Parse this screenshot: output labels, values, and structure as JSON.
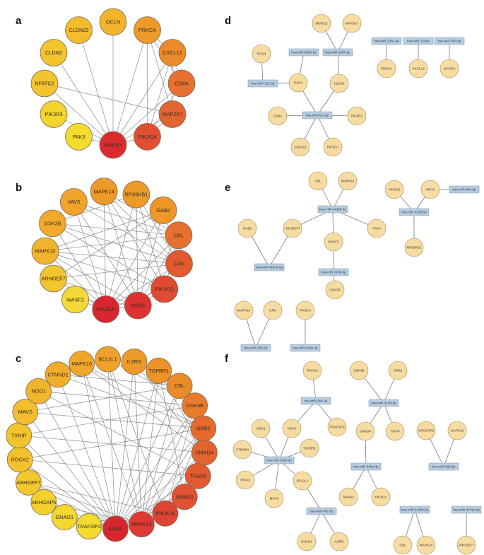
{
  "panels": [
    {
      "id": "a",
      "label": "a"
    },
    {
      "id": "b",
      "label": "b"
    },
    {
      "id": "c",
      "label": "c"
    },
    {
      "id": "d",
      "label": "d"
    },
    {
      "id": "e",
      "label": "e"
    },
    {
      "id": "f",
      "label": "f"
    }
  ],
  "ppi_networks": [
    {
      "panel": "a",
      "nodes": [
        {
          "label": "OCLN",
          "color": "#f2b42d"
        },
        {
          "label": "PRKCA",
          "color": "#ee9a28"
        },
        {
          "label": "CXCL12",
          "color": "#ea8a28"
        },
        {
          "label": "CD8A",
          "color": "#e57030"
        },
        {
          "label": "MAP2K7",
          "color": "#e26430"
        },
        {
          "label": "PIK3CA",
          "color": "#e04f32"
        },
        {
          "label": "MAPK3",
          "color": "#dc2b2f"
        },
        {
          "label": "PAK3",
          "color": "#f3dc2e"
        },
        {
          "label": "PIK3R3",
          "color": "#f3d42e"
        },
        {
          "label": "NFATC2",
          "color": "#f2c42e"
        },
        {
          "label": "CLDN2",
          "color": "#f2c42e"
        },
        {
          "label": "CLDN22",
          "color": "#f2bc2e"
        }
      ]
    },
    {
      "panel": "b",
      "nodes": [
        {
          "label": "RPS6KB1",
          "color": "#ee9a28"
        },
        {
          "label": "GAB2",
          "color": "#ee9628"
        },
        {
          "label": "CBL",
          "color": "#e6702e"
        },
        {
          "label": "CRK",
          "color": "#e25a30"
        },
        {
          "label": "PIK3CD",
          "color": "#e04a32"
        },
        {
          "label": "KRAS",
          "color": "#dc3232"
        },
        {
          "label": "PIK3CA",
          "color": "#d82630"
        },
        {
          "label": "WASF2",
          "color": "#f3d83a"
        },
        {
          "label": "ARHGEF7",
          "color": "#f2c42e"
        },
        {
          "label": "MAPK10",
          "color": "#f2b42d"
        },
        {
          "label": "GSK3B",
          "color": "#f1aa2c"
        },
        {
          "label": "VAV3",
          "color": "#f0a42b"
        },
        {
          "label": "MAPK14",
          "color": "#ee9a28"
        }
      ]
    },
    {
      "panel": "c",
      "nodes": [
        {
          "label": "IL2RG",
          "color": "#ee9a28"
        },
        {
          "label": "TGFBR1",
          "color": "#ec9428"
        },
        {
          "label": "CBL",
          "color": "#ea8a28"
        },
        {
          "label": "GSK3B",
          "color": "#e87a2c"
        },
        {
          "label": "GRB2",
          "color": "#e66a2e"
        },
        {
          "label": "SMAD4",
          "color": "#e46430"
        },
        {
          "label": "TRAF6",
          "color": "#e25a30"
        },
        {
          "label": "SMAD2",
          "color": "#e05232"
        },
        {
          "label": "PIK3CA",
          "color": "#de4432"
        },
        {
          "label": "MAPK14",
          "color": "#dc3a32"
        },
        {
          "label": "KRAS",
          "color": "#d82630"
        },
        {
          "label": "TRAF3IP2",
          "color": "#f3dc2e"
        },
        {
          "label": "GNAO1",
          "color": "#f3d62e"
        },
        {
          "label": "ARHGAP5",
          "color": "#f3d02e"
        },
        {
          "label": "ARHGEF7",
          "color": "#f2c82e"
        },
        {
          "label": "ROCK2",
          "color": "#f2c22e"
        },
        {
          "label": "TXNIP",
          "color": "#f2c42e"
        },
        {
          "label": "MAVS",
          "color": "#f2be2e"
        },
        {
          "label": "NOD1",
          "color": "#f1b42d"
        },
        {
          "label": "CTNND1",
          "color": "#f1ae2d"
        },
        {
          "label": "MAPK10",
          "color": "#f0a82c"
        },
        {
          "label": "BCL2L1",
          "color": "#efa22b"
        }
      ]
    }
  ],
  "mirna_networks": [
    {
      "panel": "d",
      "genes": [
        "OCLN",
        "NFATC2",
        "MAP2K7",
        "PAK3",
        "CLDN2",
        "CD8A",
        "PIK3R3",
        "CLDN22",
        "PIK3CA",
        "PRKCA",
        "CXCL12",
        "MAPK3"
      ],
      "mirnas": [
        "hsa-miR-5590-5p",
        "hsa-miR-193b-5p",
        "hsa-miR-122-5p",
        "hsa-miR-511-5p",
        "hsa-miR-1260-3p",
        "hsa-miR-1255a",
        "hsa-miR-483-5p"
      ]
    },
    {
      "panel": "e",
      "genes": [
        "CBL",
        "MAPK14",
        "PIK3CD",
        "KRAS",
        "GAB2",
        "ARHGEF7",
        "VAV3",
        "WASF2",
        "RPS6KB1",
        "GSK3B",
        "MAPK10",
        "CRK",
        "PIK3CA"
      ],
      "mirnas": [
        "hsa-miR-4433b-3p",
        "hsa-miR-564-5p",
        "hsa-miR-3158-5p",
        "hsa-miR-4433a-5p",
        "hsa-miR-3158-3p",
        "hsa-miR-330-3p",
        "hsa-miR-548a-3p"
      ]
    },
    {
      "panel": "f",
      "genes": [
        "ROCK2",
        "GSK3B",
        "GRB2",
        "TRAF3IP2",
        "SMAD4",
        "TXNIP",
        "NOD1",
        "KRAS",
        "TGFBR1",
        "CTNND1",
        "TRAF6",
        "BCL2L1",
        "MAVS",
        "SMAD2",
        "PIK3CA",
        "GNAO1",
        "IL2RG",
        "CBL",
        "MAPK14",
        "ARHGAP5",
        "MAPK10",
        "ARHGEF7"
      ],
      "mirnas": [
        "hsa-miR-564-5p",
        "hsa-miR-3158-5p",
        "hsa-miR-3158-3p",
        "hsa-miR-548a-3p",
        "hsa-miR-629-5p",
        "hsa-miR-342-5p",
        "hsa-miR-4433b-3p",
        "hsa-miR-4433a-5p"
      ]
    }
  ],
  "colors": {
    "gene_node": "#f7dca2",
    "mirna_box": "#b9cde0",
    "edge": "#8a8a8a"
  }
}
